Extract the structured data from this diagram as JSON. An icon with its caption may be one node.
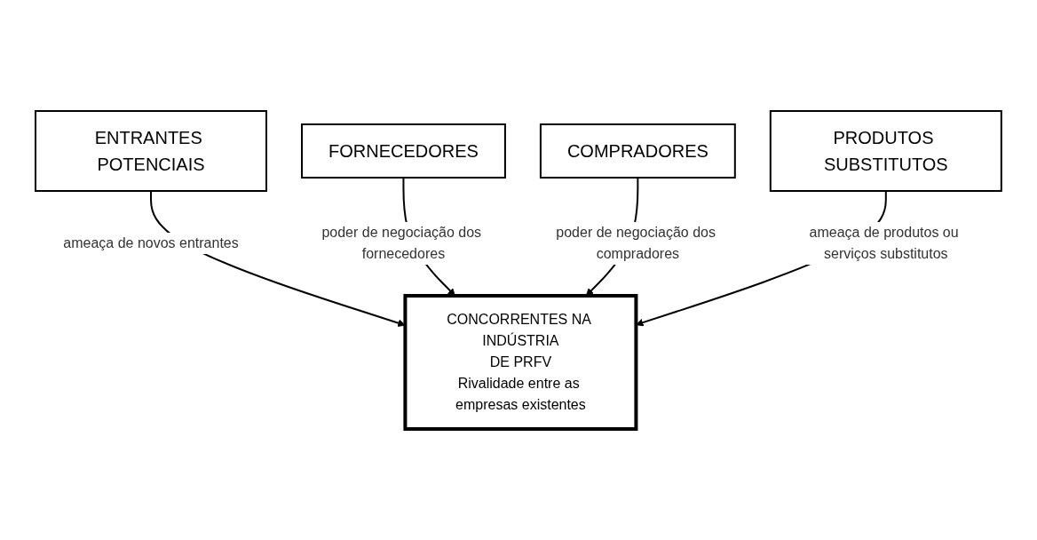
{
  "diagram": {
    "nodes": [
      {
        "text": [
          "ENTRANTES POTENCIAIS"
        ]
      },
      {
        "text": [
          "FORNECEDORES"
        ]
      },
      {
        "text": [
          "CONCORRENTES NA INDÚSTRIA",
          "DE PRFV",
          "Rivalidade entre as empresas existentes"
        ]
      },
      {
        "text": [
          "COMPRADORES"
        ]
      },
      {
        "text": [
          "PRODUTOS SUBSTITUTOS"
        ]
      }
    ],
    "edges": [
      {
        "from": 0,
        "to": 2,
        "arrow": "to",
        "label": "ameaça de novos entrantes"
      },
      {
        "from": 1,
        "to": 2,
        "arrow": "to",
        "label": "poder de negociação dos fornecedores"
      },
      {
        "from": 3,
        "to": 2,
        "arrow": "to",
        "label": "poder de negociação dos compradores"
      },
      {
        "from": 4,
        "to": 2,
        "arrow": "to",
        "label": "ameaça de produtos ou serviços substitutos"
      }
    ]
  }
}
